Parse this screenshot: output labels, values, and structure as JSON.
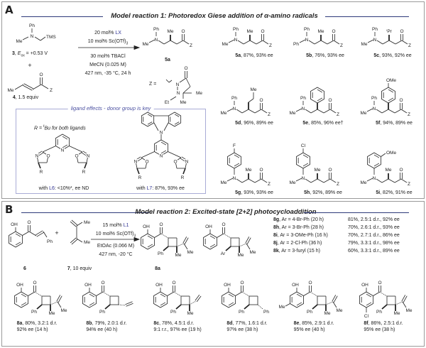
{
  "panel_a": {
    "label": "A",
    "title": "Model reaction 1: Photoredox Giese addition of α-amino radicals",
    "reagent3": {
      "id": "3",
      "e_sym": "E",
      "e_sub": "ox",
      "e_val": " = +0.53 V"
    },
    "plus": "+",
    "reagent4": {
      "id": "4",
      "equiv": ", 1.5 equiv"
    },
    "conditions": {
      "cat_amount": "20 mol% ",
      "cat_ligand": "LX",
      "lewis_acid": "10 mol% Sc(OTf)",
      "lewis_sub": "3",
      "additive": "30 mol% TBACl",
      "solvent": "MeCN (0.025 M)",
      "light": "427 nm, -35 °C, 24 h"
    },
    "product_label": "5a",
    "z_def": "Z =",
    "ligand_box": {
      "title": "ligand effects - donor group is key",
      "r_pre": "R = ",
      "r_sup": "t",
      "r_post": "Bu for both ligands",
      "l6": {
        "pre": "with ",
        "name": "L6",
        "result": ": <10%*, ee ND"
      },
      "l7": {
        "pre": "with ",
        "name": "L7",
        "result": ": 87%, 93% ee"
      }
    },
    "products": [
      {
        "id": "5a",
        "result": ", 87%, 93% ee"
      },
      {
        "id": "5b",
        "result": ", 76%, 93% ee"
      },
      {
        "id": "5c",
        "result": ", 93%, 92% ee"
      },
      {
        "id": "5d",
        "result": ", 96%, 89% ee"
      },
      {
        "id": "5e",
        "result": ", 85%, 96% ee†"
      },
      {
        "id": "5f",
        "result": ", 94%, 89% ee"
      },
      {
        "id": "5g",
        "result": ", 93%, 93% ee"
      },
      {
        "id": "5h",
        "result": ", 92%, 89% ee"
      },
      {
        "id": "5i",
        "result": ", 82%, 91% ee"
      }
    ]
  },
  "panel_b": {
    "label": "B",
    "title": "Model reaction 2: Excited-state [2+2] photocycloaddition",
    "reagent6": {
      "id": "6"
    },
    "plus": "+",
    "reagent7": {
      "id": "7",
      "equiv": ", 10 equiv"
    },
    "conditions": {
      "cat_amount": "15 mol% ",
      "cat_ligand": "L1",
      "lewis_acid": "10 mol% Sc(OTf)",
      "lewis_sub": "3",
      "solvent": "EtOAc (0.066 M)",
      "light": "427 nm, -20 °C"
    },
    "product_label": "8a",
    "rows": [
      {
        "id": "8g",
        "ar": ", Ar = 4-Br-Ph (20 h)",
        "result": "81%, 2.5:1 d.r., 92% ee"
      },
      {
        "id": "8h",
        "ar": ", Ar = 3-Br-Ph (28 h)",
        "result": "70%, 2.6:1 d.r., 93% ee"
      },
      {
        "id": "8i",
        "ar": ", Ar = 3-OMe-Ph (16 h)",
        "result": "70%, 2.7:1 d.r., 86% ee"
      },
      {
        "id": "8j",
        "ar": ", Ar = 2-Cl-Ph (36 h)",
        "result": "79%, 3.3:1 d.r., 98% ee"
      },
      {
        "id": "8k",
        "ar": ", Ar = 3-furyl (15 h)",
        "result": "60%, 3.3:1 d.r., 89% ee"
      }
    ],
    "products": [
      {
        "id": "8a",
        "line1": ", 80%, 3.2:1 d.r.",
        "line2": "92% ee (14 h)"
      },
      {
        "id": "8b",
        "line1": ", 79%, 2.0:1 d.r.",
        "line2": "94% ee (40 h)"
      },
      {
        "id": "8c",
        "line1": ", 78%, 4.5:1 d.r.",
        "line2": "9:1 r.r., 97% ee (19 h)"
      },
      {
        "id": "8d",
        "line1": ", 77%, 1.6:1 d.r.",
        "line2": "97% ee (38 h)"
      },
      {
        "id": "8e",
        "line1": ", 85%, 2.9:1 d.r.",
        "line2": "95% ee (40 h)"
      },
      {
        "id": "8f",
        "line1": ", 86%, 2.5:1 d.r.",
        "line2": "95% ee (38 h)"
      }
    ]
  },
  "atoms": {
    "Ph": "Ph",
    "Me": "Me",
    "O": "O",
    "Z": "Z",
    "N": "N",
    "OH": "OH",
    "OMe": "OMe",
    "F": "F",
    "Cl": "Cl",
    "Ar": "Ar",
    "Et": "Et",
    "TMS": "TMS",
    "iPr": "ⁱPr",
    "R": "R"
  },
  "colors": {
    "accent": "#2e3192",
    "rule": "#2e3a7a",
    "border": "#9a9a9a",
    "ligand_box": "#a9acd6"
  }
}
